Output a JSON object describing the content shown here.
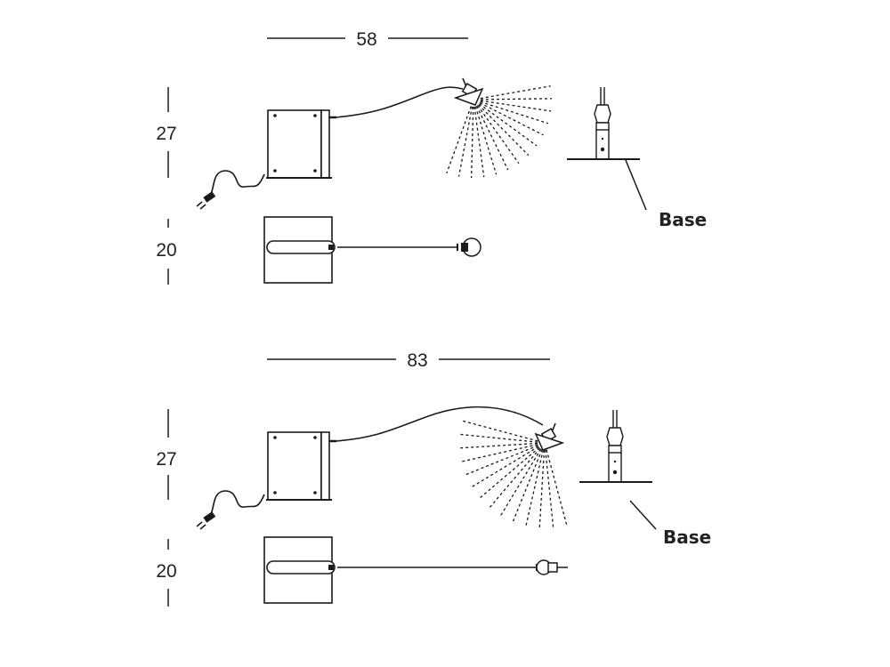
{
  "colors": {
    "line": "#1a1a1a",
    "background": "#ffffff"
  },
  "variants": [
    {
      "width": "58",
      "height_side": "27",
      "depth_top": "20",
      "base_label": "Base"
    },
    {
      "width": "83",
      "height_side": "27",
      "depth_top": "20",
      "base_label": "Base"
    }
  ]
}
